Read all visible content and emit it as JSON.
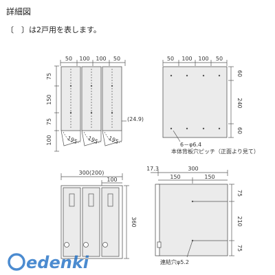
{
  "header": {
    "title": "詳細図",
    "note": "〔　〕は2戸用を表します。"
  },
  "front_view": {
    "top_dims": [
      "50",
      "100",
      "100",
      "50"
    ],
    "side_dims": [
      "75",
      "150",
      "75",
      "100"
    ],
    "offset_dim": "(24.9)",
    "swing_dim": "195"
  },
  "back_view": {
    "top_dims": [
      "50",
      "100",
      "100",
      "50"
    ],
    "side_dims": [
      "60",
      "240",
      "60"
    ],
    "hole_label": "6－φ6.4",
    "hole_caption": "本体背板穴ピッチ（正面より見て）"
  },
  "bottom_front": {
    "width_dim": "300(200)",
    "sub_dim": "100",
    "height_dim": "360"
  },
  "side_view": {
    "left_offset": "17.3",
    "width_dim": "300",
    "half_dims": [
      "150",
      "150"
    ],
    "side_dims": [
      "75",
      "210",
      "75"
    ],
    "hole_label": "連結穴φ5.2"
  },
  "watermark": {
    "text": "edenki",
    "color": "#1f6fc5"
  },
  "colors": {
    "panel_gray": "#ebebeb",
    "line": "#555555"
  }
}
